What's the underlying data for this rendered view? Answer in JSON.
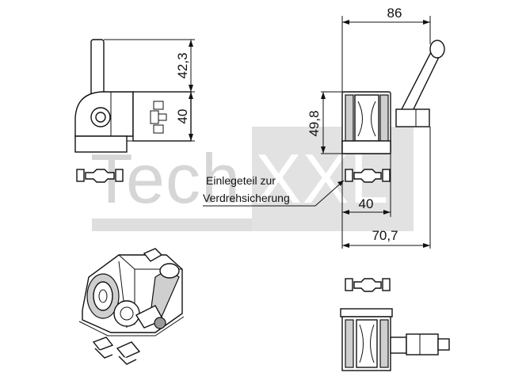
{
  "dimensions": {
    "top_width": "86",
    "lever_height": "42,3",
    "profile_height_left": "40",
    "body_height": "49,8",
    "profile_width": "40",
    "overall_depth": "70,7"
  },
  "annotation": {
    "line1": "Einlegeteil zur",
    "line2": "Verdrehsicherung"
  },
  "watermark": {
    "text_left": "Tech",
    "text_right": "XXL"
  },
  "colors": {
    "line": "#111111",
    "watermark": "#d6d6d6",
    "part_fill": "#cfcfcf"
  }
}
